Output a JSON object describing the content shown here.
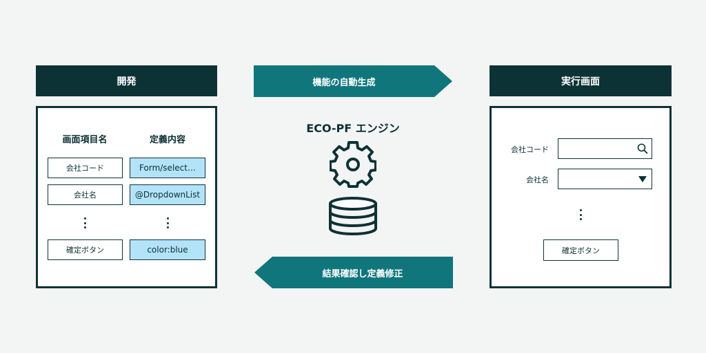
{
  "colors": {
    "background": "#f3f4f4",
    "dark": "#0d3236",
    "teal": "#10767c",
    "cell_blue": "#b3e3f8"
  },
  "dev": {
    "header": "開発",
    "col_names_title": "画面項目名",
    "col_defs_title": "定義内容",
    "rows": [
      {
        "name": "会社コード",
        "def": "Form/select…"
      },
      {
        "name": "会社名",
        "def": "@DropdownList"
      },
      {
        "name": "確定ボタン",
        "def": "color:blue"
      }
    ]
  },
  "engine": {
    "top_arrow": "機能の自動生成",
    "title": "ECO-PF エンジン",
    "bottom_arrow": "結果確認し定義修正",
    "icons": [
      "gear-icon",
      "database-icon"
    ]
  },
  "runtime": {
    "header": "実行画面",
    "company_code_label": "会社コード",
    "company_name_label": "会社名",
    "confirm_button": "確定ボタン",
    "icons": [
      "search-icon",
      "dropdown-triangle-icon"
    ]
  }
}
